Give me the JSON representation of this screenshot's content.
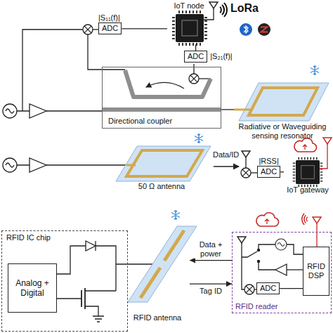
{
  "diagram": {
    "nodes": [
      {
        "text": [
          "|S₁₁(f)|",
          "ADC"
        ]
      },
      {
        "text": [
          "IoT node"
        ]
      },
      {
        "text": [
          "|S₂₁(f)|",
          "ADC"
        ]
      },
      {
        "text": [
          "Directional coupler"
        ]
      },
      {
        "text": [
          "Radiative or Waveguiding sensing resonator"
        ]
      },
      {
        "text": [
          "50 Ω antenna"
        ]
      },
      {
        "text": [
          "|RSS|",
          "ADC"
        ]
      },
      {
        "text": [
          "IoT gateway"
        ]
      },
      {
        "text": [
          "RFID IC chip"
        ]
      },
      {
        "text": [
          "Analog + Digital"
        ],
        "in": 8
      },
      {
        "text": [
          "RFID antenna"
        ]
      },
      {
        "text": [
          "RFID reader"
        ]
      },
      {
        "text": [
          "ADC"
        ],
        "in": 11
      },
      {
        "text": [
          "RFID DSP"
        ],
        "in": 11
      }
    ],
    "edges": [
      {
        "from": 0,
        "to": 1,
        "arrow": "none"
      },
      {
        "from": 2,
        "to": 1,
        "arrow": "none"
      },
      {
        "from": 3,
        "to": 4,
        "arrow": "none"
      },
      {
        "from": 6,
        "to": 7,
        "arrow": "none"
      },
      {
        "from": 11,
        "to": 10,
        "arrow": "to",
        "label": "Data + power"
      },
      {
        "from": 10,
        "to": 11,
        "arrow": "to",
        "label": "Tag ID"
      },
      {
        "from": 12,
        "to": 13,
        "arrow": "none"
      }
    ],
    "labels": [
      "LoRa",
      "Data/ID"
    ]
  }
}
